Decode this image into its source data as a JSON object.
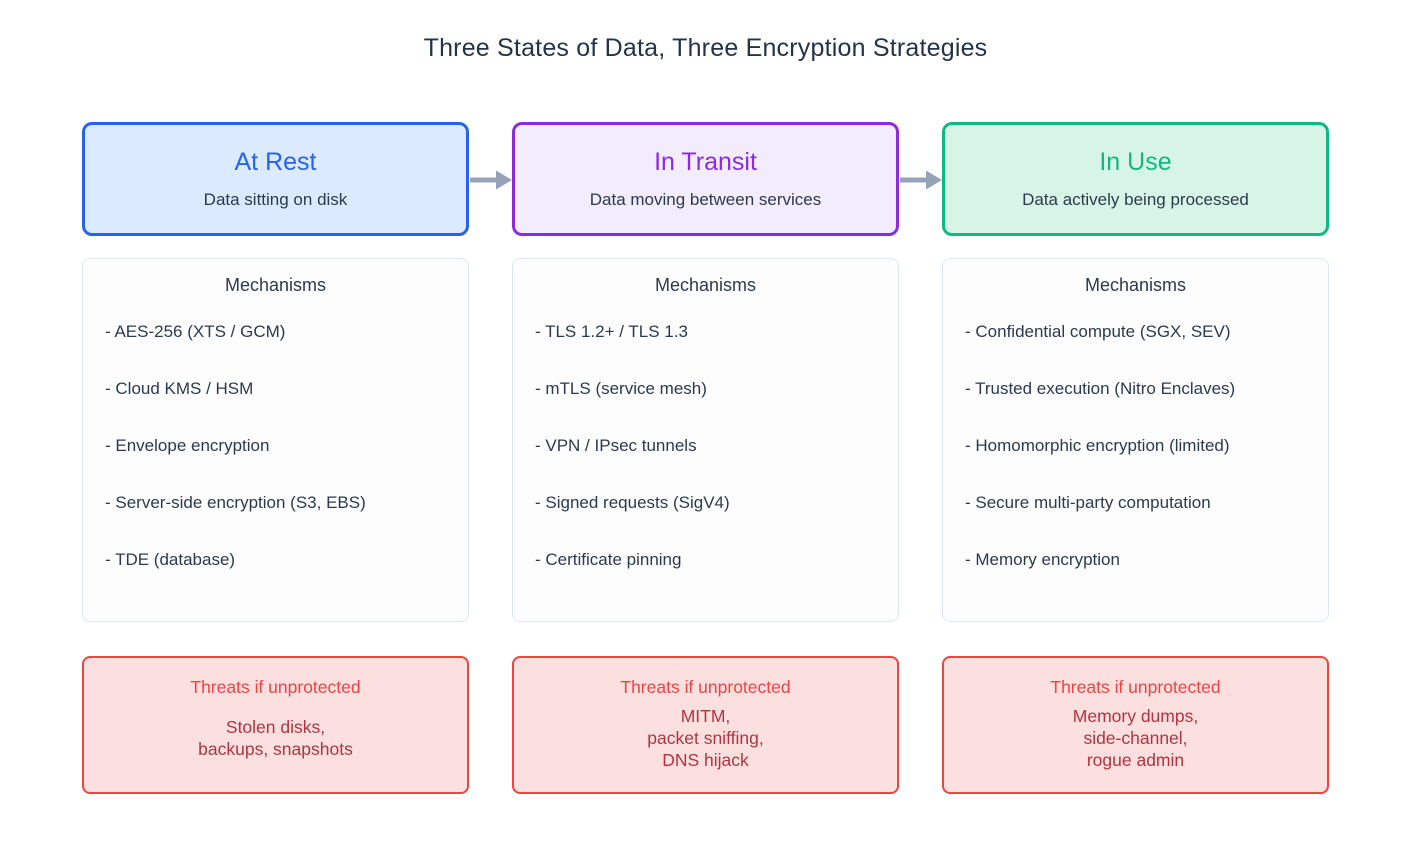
{
  "page_title": "Three States of Data, Three Encryption Strategies",
  "colors": {
    "at_rest_accent": "#2563eb",
    "at_rest_bg": "#dbeafe",
    "in_transit_accent": "#8a2be2",
    "in_transit_bg": "#f3ecfc",
    "in_use_accent": "#10b981",
    "in_use_bg": "#d7f5e6",
    "threat_accent": "#ef4444",
    "threat_bg": "#fcdfdf",
    "threat_body_text": "#b03540",
    "body_text": "#2b3a4e",
    "arrow": "#94a3b8"
  },
  "columns": [
    {
      "state": {
        "title": "At Rest",
        "subtitle": "Data sitting on disk"
      },
      "mechanisms": {
        "heading": "Mechanisms",
        "items": [
          "- AES-256 (XTS / GCM)",
          "- Cloud KMS / HSM",
          "- Envelope encryption",
          "- Server-side encryption (S3, EBS)",
          "- TDE (database)"
        ]
      },
      "threats": {
        "heading": "Threats if unprotected",
        "body": "Stolen disks,\nbackups, snapshots"
      }
    },
    {
      "state": {
        "title": "In Transit",
        "subtitle": "Data moving between services"
      },
      "mechanisms": {
        "heading": "Mechanisms",
        "items": [
          "- TLS 1.2+ / TLS 1.3",
          "- mTLS (service mesh)",
          "- VPN / IPsec tunnels",
          "- Signed requests (SigV4)",
          "- Certificate pinning"
        ]
      },
      "threats": {
        "heading": "Threats if unprotected",
        "body": "MITM,\npacket sniffing,\nDNS hijack"
      }
    },
    {
      "state": {
        "title": "In Use",
        "subtitle": "Data actively being processed"
      },
      "mechanisms": {
        "heading": "Mechanisms",
        "items": [
          "- Confidential compute (SGX, SEV)",
          "- Trusted execution (Nitro Enclaves)",
          "- Homomorphic encryption (limited)",
          "- Secure multi-party computation",
          "- Memory encryption"
        ]
      },
      "threats": {
        "heading": "Threats if unprotected",
        "body": "Memory dumps,\nside-channel,\nrogue admin"
      }
    }
  ]
}
